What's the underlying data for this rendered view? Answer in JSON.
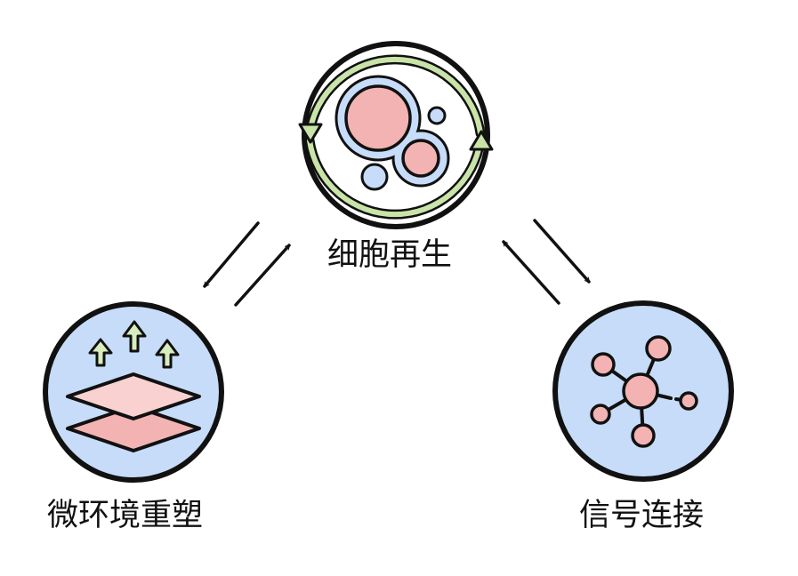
{
  "nodes": {
    "top": {
      "label": "细胞再生"
    },
    "left": {
      "label": "微环境重塑"
    },
    "right": {
      "label": "信号连接"
    }
  },
  "colors": {
    "outline": "#111111",
    "node_fill": "#c6dcf8",
    "cell_pink": "#f3b3b3",
    "cycle_green": "#c9e4a8",
    "arrow_up_green": "#d8edbe",
    "layer_pink_light": "#f9d1d1",
    "layer_pink": "#f3b3b3"
  },
  "relations": [
    {
      "from": "top",
      "to": "left",
      "style": "double-arrow"
    },
    {
      "from": "top",
      "to": "right",
      "style": "double-arrow"
    }
  ]
}
